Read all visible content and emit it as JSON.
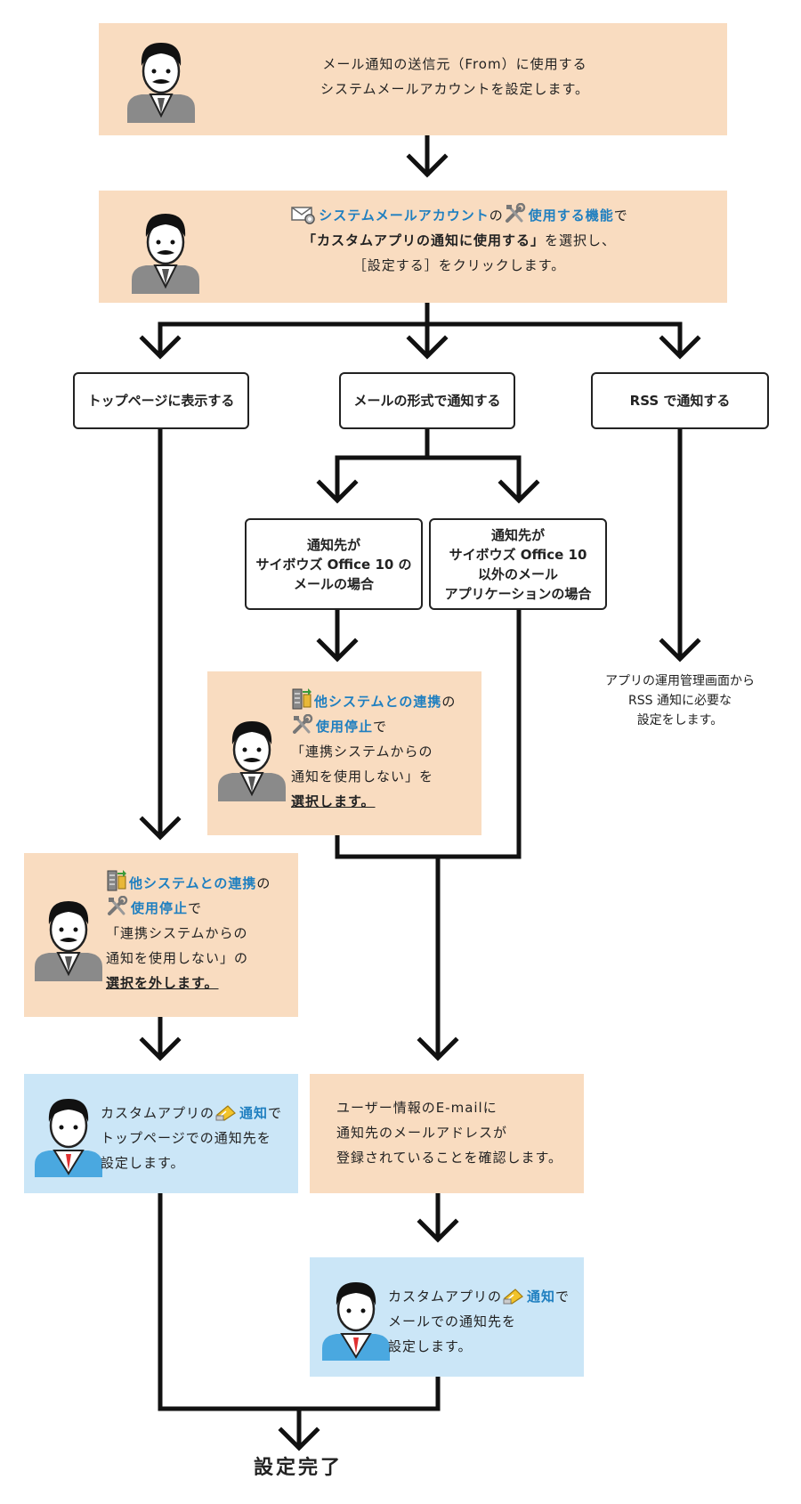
{
  "step1": {
    "line1": "メール通知の送信元（From）に使用する",
    "line2": "システムメールアカウントを設定します。"
  },
  "step2": {
    "fn1": "システムメールアカウント",
    "no": "の",
    "fn2": "使用する機能",
    "de": "で",
    "opt": "「カスタムアプリの通知に使用する」",
    "sel": "を選択し、",
    "line3": "［設定する］をクリックします。"
  },
  "branch": {
    "top": "トップページに表示する",
    "mail": "メールの形式で通知する",
    "rss": "RSS で通知する"
  },
  "sub": {
    "office_l1": "通知先が",
    "office_l2": "サイボウズ Office 10 の",
    "office_l3": "メールの場合",
    "other_l1": "通知先が",
    "other_l2": "サイボウズ Office 10",
    "other_l3": "以外のメール",
    "other_l4": "アプリケーションの場合"
  },
  "rss_note": {
    "l1": "アプリの運用管理画面から",
    "l2": "RSS 通知に必要な",
    "l3": "設定をします。"
  },
  "stop_mail": {
    "fn1": "他システムとの連携",
    "no": "の",
    "fn2": "使用停止",
    "de": "で",
    "l3": "「連携システムからの",
    "l4": "通知を使用しない」を",
    "l5": "選択します。"
  },
  "stop_top": {
    "fn1": "他システムとの連携",
    "no": "の",
    "fn2": "使用停止",
    "de": "で",
    "l3": "「連携システムからの",
    "l4": "通知を使用しない」の",
    "l5": "選択を外します。"
  },
  "notify_top": {
    "pre": "カスタムアプリの",
    "fn": "通知",
    "de": "で",
    "l2": "トップページでの通知先を",
    "l3": "設定します。"
  },
  "email_check": {
    "l1": "ユーザー情報のE-mailに",
    "l2": "通知先のメールアドレスが",
    "l3": "登録されていることを確認します。"
  },
  "notify_mail": {
    "pre": "カスタムアプリの",
    "fn": "通知",
    "de": "で",
    "l2": "メールでの通知先を",
    "l3": "設定します。"
  },
  "done": "設定完了",
  "colors": {
    "admin_box": "#f9dcc0",
    "user_box": "#cbe6f7",
    "function_link": "#1f7fc0",
    "line": "#111111"
  },
  "icons": {
    "admin": "admin-avatar-icon",
    "user": "user-avatar-icon",
    "mail_account": "mail-gear-icon",
    "tools": "tools-icon",
    "integration": "server-integration-icon",
    "notify": "notification-icon"
  }
}
